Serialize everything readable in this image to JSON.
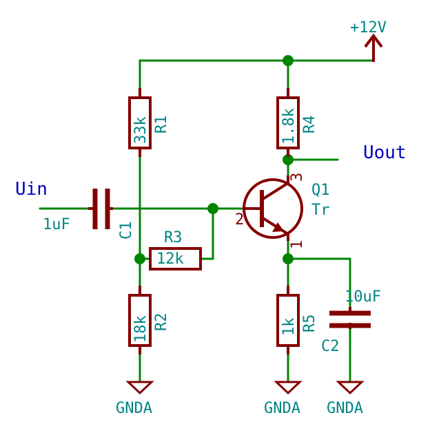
{
  "power": {
    "vcc": "+12V",
    "gnd": "GNDA"
  },
  "nets": {
    "input": "Uin",
    "output": "Uout"
  },
  "components": {
    "R1": {
      "ref": "R1",
      "value": "33k"
    },
    "R2": {
      "ref": "R2",
      "value": "18k"
    },
    "R3": {
      "ref": "R3",
      "value": "12k"
    },
    "R4": {
      "ref": "R4",
      "value": "1.8k"
    },
    "R5": {
      "ref": "R5",
      "value": "1k"
    },
    "C1": {
      "ref": "C1",
      "value": "1uF"
    },
    "C2": {
      "ref": "C2",
      "value": "10uF"
    },
    "Q1": {
      "ref": "Q1",
      "value": "Tr",
      "pins": {
        "base": "2",
        "collector": "3",
        "emitter": "1"
      }
    }
  }
}
